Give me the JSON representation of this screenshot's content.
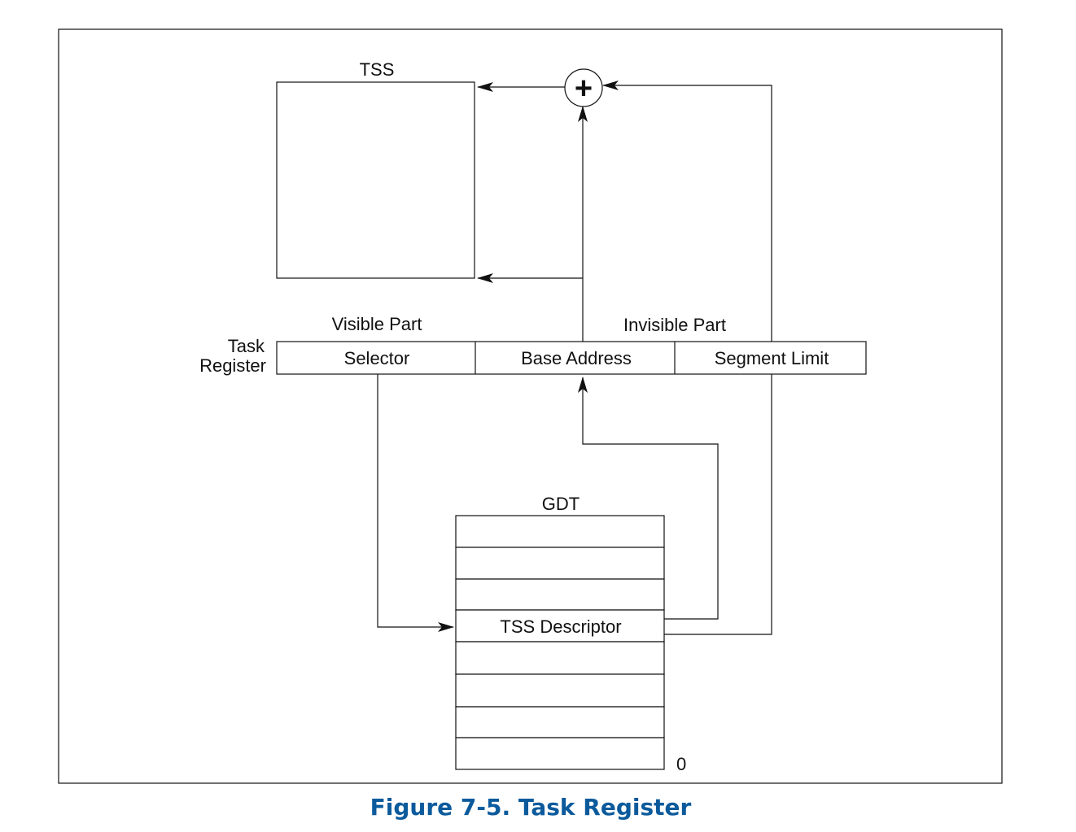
{
  "diagram": {
    "tss_label": "TSS",
    "visible_part_label": "Visible Part",
    "invisible_part_label": "Invisible Part",
    "task_register_label_line1": "Task",
    "task_register_label_line2": "Register",
    "register_fields": [
      "Selector",
      "Base Address",
      "Segment Limit"
    ],
    "gdt_label": "GDT",
    "gdt_entry_label": "TSS Descriptor",
    "gdt_bottom_index": "0",
    "adder_symbol": "+"
  },
  "caption": {
    "text": "Figure 7-5.  Task Register",
    "color": "#0b5a9c"
  }
}
